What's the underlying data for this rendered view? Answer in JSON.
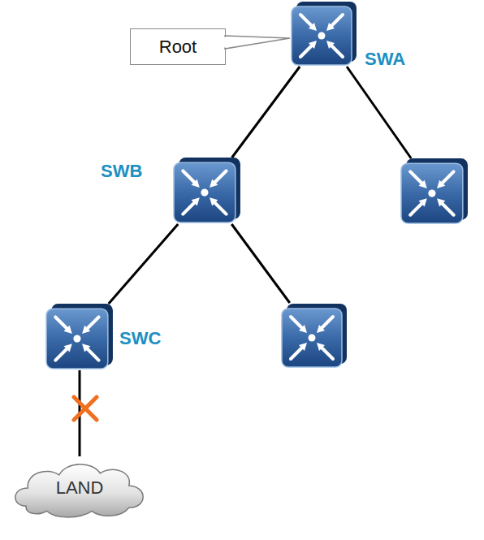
{
  "diagram": {
    "nodes": [
      {
        "text": [
          "Root"
        ]
      },
      {
        "text": [
          "SWA"
        ]
      },
      {
        "text": [
          "SWB"
        ]
      },
      {
        "text": []
      },
      {
        "text": [
          "SWC"
        ]
      },
      {
        "text": []
      },
      {
        "text": [
          "LAND"
        ]
      }
    ],
    "edges": [
      {
        "from": 1,
        "to": 2,
        "arrow": "none"
      },
      {
        "from": 1,
        "to": 3,
        "arrow": "none"
      },
      {
        "from": 2,
        "to": 4,
        "arrow": "none"
      },
      {
        "from": 2,
        "to": 5,
        "arrow": "none"
      },
      {
        "from": 4,
        "to": 6,
        "arrow": "none"
      }
    ]
  }
}
